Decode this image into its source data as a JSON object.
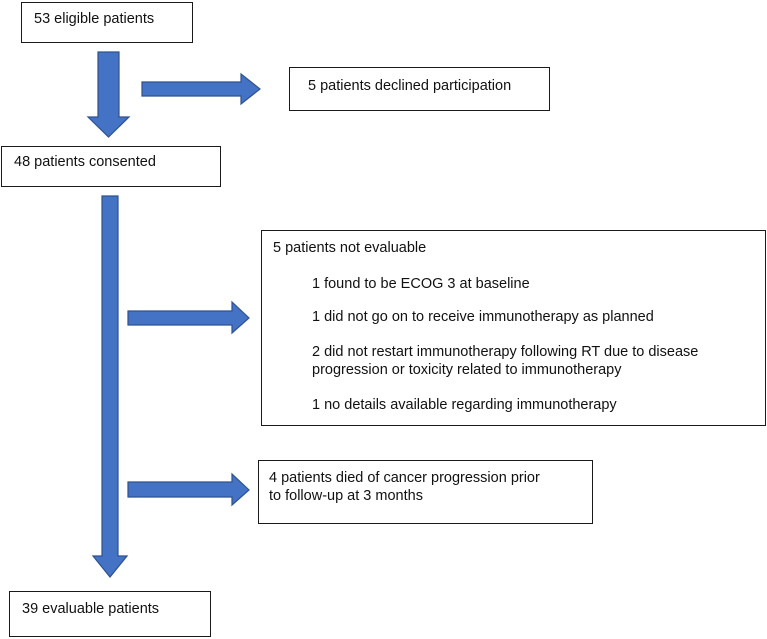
{
  "boxes": {
    "eligible": "53 eligible patients",
    "declined": "5 patients declined participation",
    "consented": "48 patients consented",
    "not_evaluable": {
      "heading": "5 patients not evaluable",
      "items": [
        "1 found to be ECOG 3 at baseline",
        "1 did not go on to receive immunotherapy as planned",
        "2 did not restart immunotherapy following RT due to disease",
        "progression or toxicity related to immunotherapy",
        "1 no details available regarding immunotherapy"
      ]
    },
    "died": {
      "lines": [
        "4 patients died of cancer progression prior",
        "to follow-up at 3 months"
      ]
    },
    "evaluable": "39 evaluable patients"
  },
  "colors": {
    "arrow_fill": "#4472c4",
    "arrow_stroke": "#2f528f",
    "box_border": "#1a1a1a"
  }
}
